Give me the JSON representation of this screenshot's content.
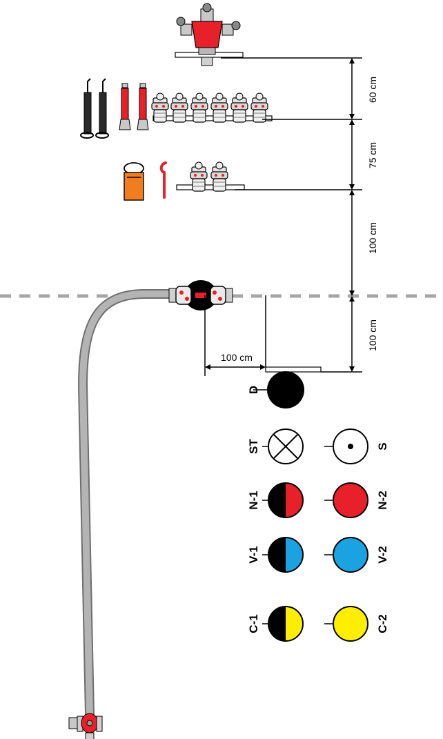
{
  "dimensions": {
    "d1": "60 cm",
    "d2": "75 cm",
    "d3": "100 cm",
    "d4": "100 cm",
    "d5": "100 cm"
  },
  "legend": {
    "d": "D",
    "st": "ST",
    "s": "S",
    "n1": "N-1",
    "n2": "N-2",
    "v1": "V-1",
    "v2": "V-2",
    "c1": "C-1",
    "c2": "C-2"
  },
  "colors": {
    "red": "#e8202a",
    "blue": "#1aa3e0",
    "yellow": "#ffee00",
    "black": "#000000",
    "orange": "#f07d1e",
    "hose": "#b4b4b4",
    "dash_line": "#a6a6a6"
  },
  "icons": [
    "hydrant-distributor-icon",
    "hose-coupling-key-icon",
    "branch-nozzle-icon",
    "coupling-icon",
    "hose-bag-icon",
    "spanner-icon",
    "dividing-breeching-icon",
    "pump-coupling-icon"
  ]
}
